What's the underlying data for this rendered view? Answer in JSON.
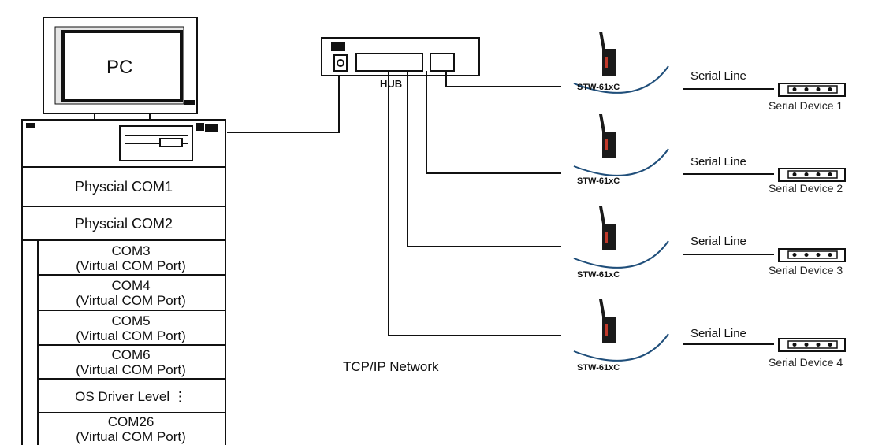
{
  "pc": {
    "label": "PC"
  },
  "com_ports": [
    {
      "line1": "Physcial COM1",
      "line2": ""
    },
    {
      "line1": "Physcial COM2",
      "line2": ""
    },
    {
      "line1": "COM3",
      "line2": "(Virtual COM Port)"
    },
    {
      "line1": "COM4",
      "line2": "(Virtual COM Port)"
    },
    {
      "line1": "COM5",
      "line2": "(Virtual COM Port)"
    },
    {
      "line1": "COM6",
      "line2": "(Virtual COM Port)"
    },
    {
      "line1": "OS Driver Level ⋮",
      "line2": ""
    },
    {
      "line1": "COM26",
      "line2": "(Virtual COM Port)"
    }
  ],
  "hub": {
    "label": "HUB"
  },
  "network": {
    "label": "TCP/IP Network"
  },
  "devices": [
    {
      "model": "STW-61xC",
      "line_label": "Serial Line",
      "serial_device": "Serial Device 1"
    },
    {
      "model": "STW-61xC",
      "line_label": "Serial Line",
      "serial_device": "Serial Device 2"
    },
    {
      "model": "STW-61xC",
      "line_label": "Serial Line",
      "serial_device": "Serial Device 3"
    },
    {
      "model": "STW-61xC",
      "line_label": "Serial Line",
      "serial_device": "Serial Device 4"
    }
  ],
  "colors": {
    "line": "#111111",
    "arc": "#1f4e7a",
    "device_accent": "#c0392b",
    "device_body": "#1a1a1a"
  }
}
